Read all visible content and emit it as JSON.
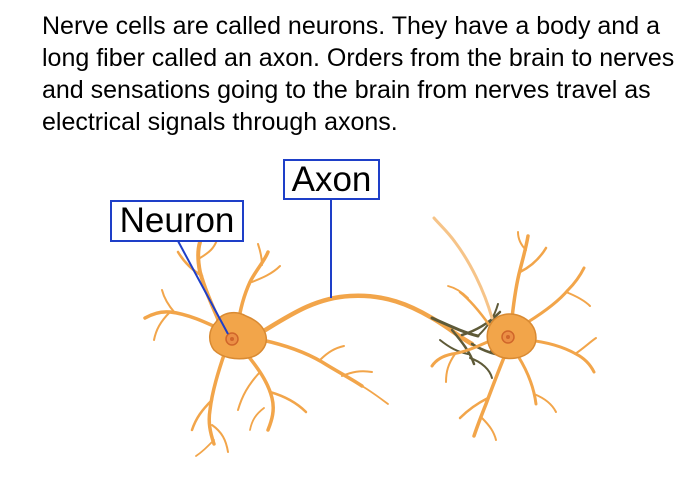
{
  "description": "Nerve cells are called neurons. They have a body and a long fiber called an axon. Orders from the brain to nerves and sensations going to the brain from nerves travel as electrical signals through axons.",
  "labels": {
    "axon": "Axon",
    "neuron": "Neuron"
  },
  "colors": {
    "neuron_fill": "#f2a54a",
    "neuron_stroke": "#c9731f",
    "nucleus": "#e07a3a",
    "nerve_ending": "#5e5a38",
    "label_border": "#1e3fc8",
    "text": "#000000"
  }
}
